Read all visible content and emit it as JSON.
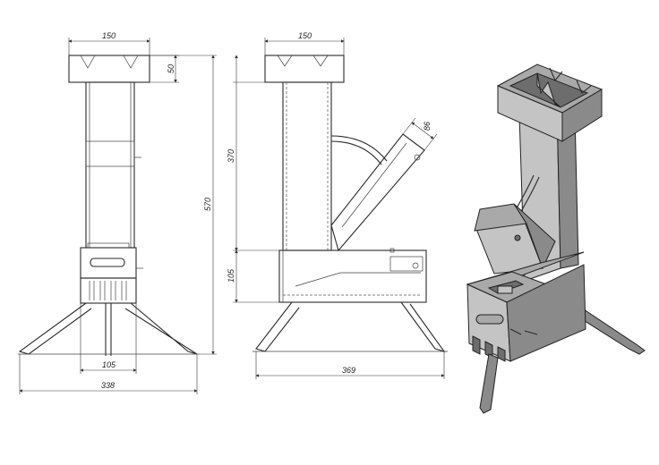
{
  "dimensions": {
    "front_top_width": "150",
    "front_top_height": "50",
    "front_total_height": "570",
    "front_base_width": "105",
    "front_leg_span": "338",
    "side_top_width": "150",
    "side_chimney_height": "370",
    "side_box_height": "105",
    "side_feed_width": "86",
    "side_total_length": "369"
  }
}
